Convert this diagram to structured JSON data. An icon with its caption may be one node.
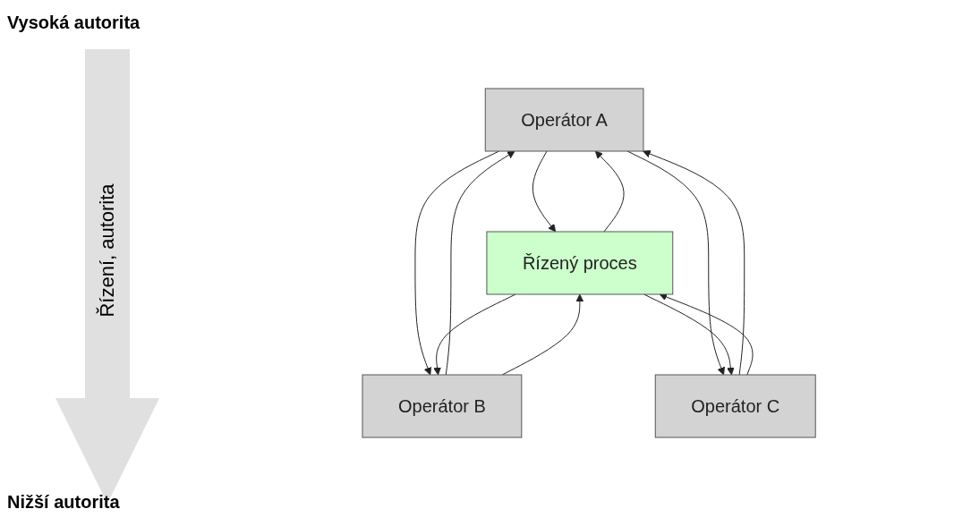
{
  "diagram": {
    "nodes": [
      {
        "text": [
          "Operátor A"
        ]
      },
      {
        "text": [
          "Operátor B"
        ]
      },
      {
        "text": [
          "Operátor C"
        ]
      },
      {
        "text": [
          "Řízený proces"
        ]
      }
    ],
    "edges": [
      {
        "from": 0,
        "to": 3,
        "arrow": "to"
      },
      {
        "from": 3,
        "to": 0,
        "arrow": "to"
      },
      {
        "from": 0,
        "to": 1,
        "arrow": "to"
      },
      {
        "from": 1,
        "to": 0,
        "arrow": "to"
      },
      {
        "from": 0,
        "to": 2,
        "arrow": "to"
      },
      {
        "from": 2,
        "to": 0,
        "arrow": "to"
      },
      {
        "from": 1,
        "to": 3,
        "arrow": "to"
      },
      {
        "from": 3,
        "to": 1,
        "arrow": "to"
      },
      {
        "from": 2,
        "to": 3,
        "arrow": "to"
      },
      {
        "from": 3,
        "to": 2,
        "arrow": "to"
      }
    ],
    "labels": [
      "Vysoká autorita",
      "Řízení, autorita",
      "Nižší autorita"
    ]
  }
}
